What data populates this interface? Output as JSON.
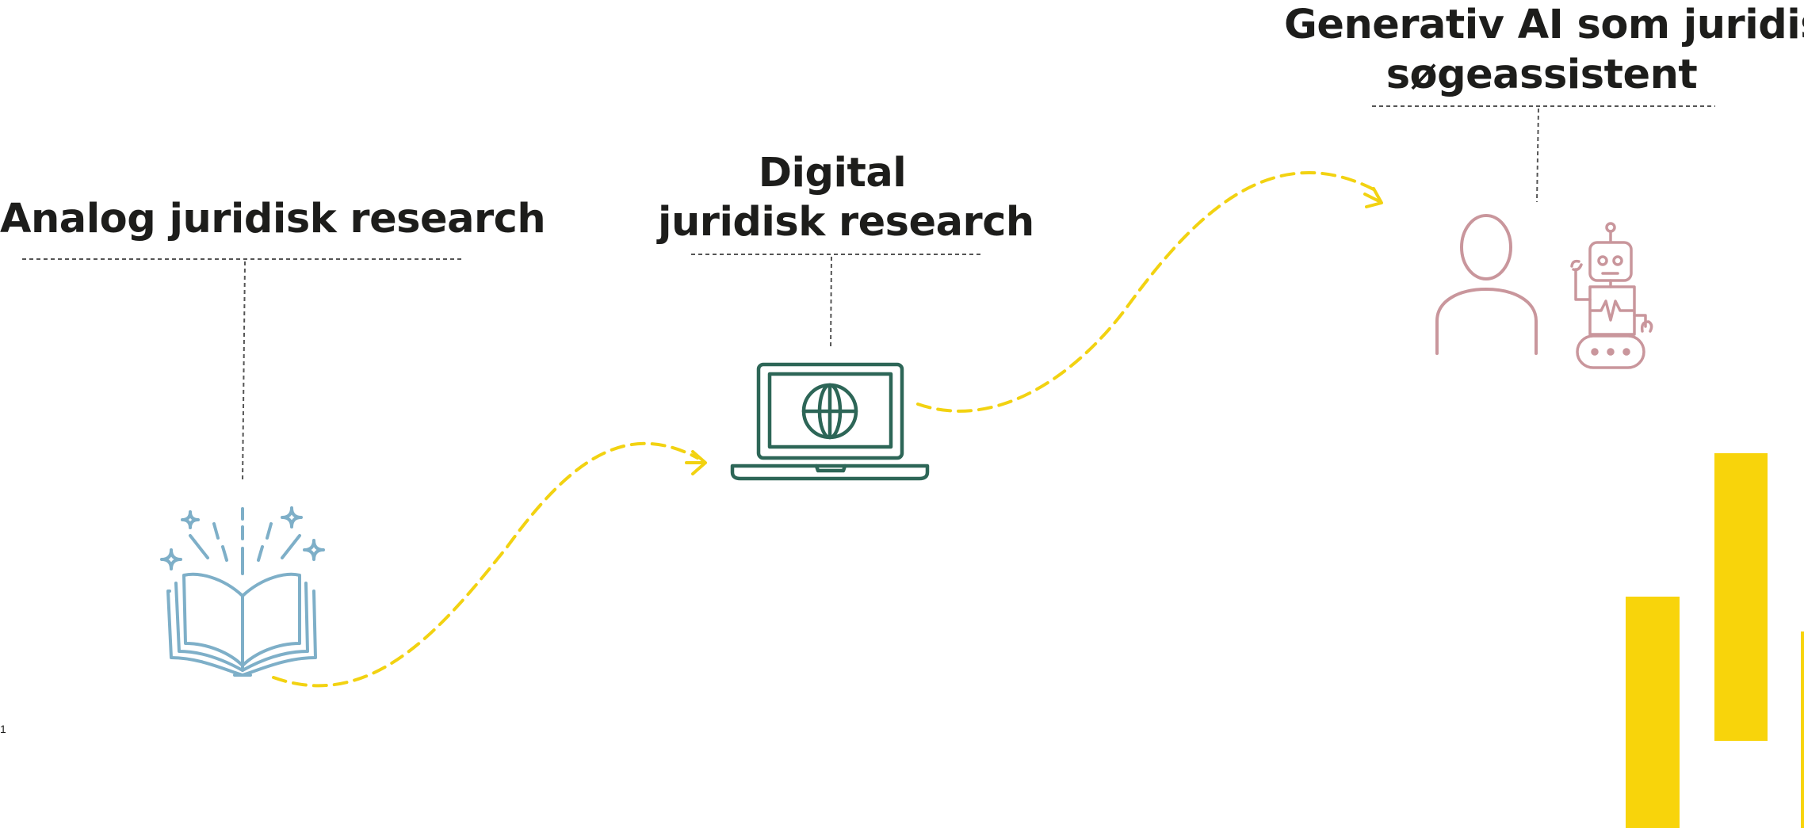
{
  "stages": [
    {
      "id": "analog",
      "line1": "Analog juridisk research",
      "line2": ""
    },
    {
      "id": "digital",
      "line1": "Digital",
      "line2": "juridisk research"
    },
    {
      "id": "genai",
      "line1": "Generativ AI som juridisk",
      "line2": "søgeassistent"
    }
  ],
  "page_number": "1",
  "colors": {
    "text": "#1d1d1b",
    "connector": "#555555",
    "arrow": "#f2d211",
    "book": "#7eafc8",
    "laptop": "#2d6657",
    "person_robot": "#c9969c",
    "bars": "#f8d40b"
  },
  "icons": {
    "analog": "open-book-icon",
    "digital": "laptop-globe-icon",
    "genai": [
      "person-icon",
      "robot-icon"
    ]
  }
}
